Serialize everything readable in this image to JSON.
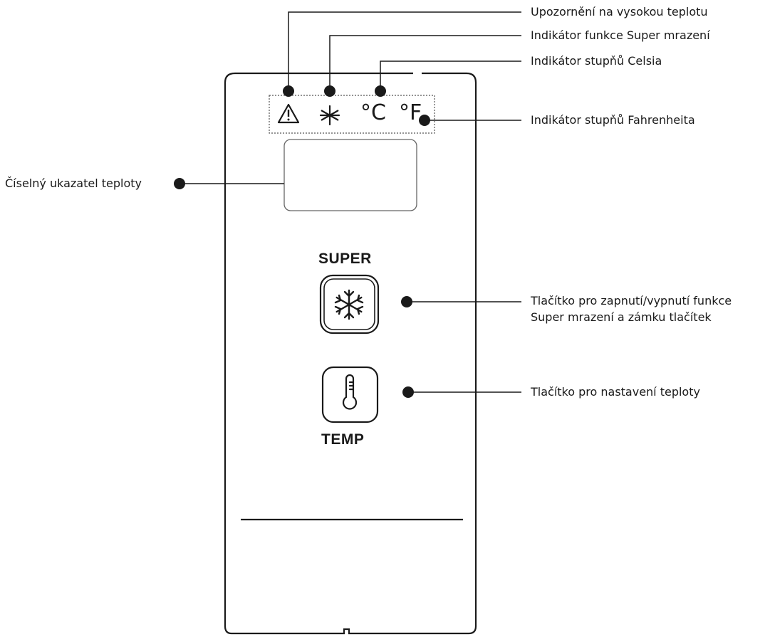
{
  "panel": {
    "button_super_caption": "SUPER",
    "button_temp_caption": "TEMP",
    "indicator_celsius_symbol": "°C",
    "indicator_fahrenheit_symbol": "°F"
  },
  "callouts": {
    "high_temp_warning": "Upozornění na vysokou teplotu",
    "super_freeze_indicator": "Indikátor funkce Super mrazení",
    "celsius_indicator": "Indikátor stupňů Celsia",
    "fahrenheit_indicator": "Indikátor stupňů Fahrenheita",
    "temperature_display": "Číselný ukazatel teploty",
    "super_button_line1": "Tlačítko pro zapnutí/vypnutí funkce",
    "super_button_line2": "Super mrazení a zámku tlačítek",
    "temp_button": "Tlačítko pro nastavení teploty"
  },
  "icons": {
    "warning": "warning-triangle-icon",
    "super_freeze": "snowflake-icon",
    "thermometer": "thermometer-icon"
  }
}
